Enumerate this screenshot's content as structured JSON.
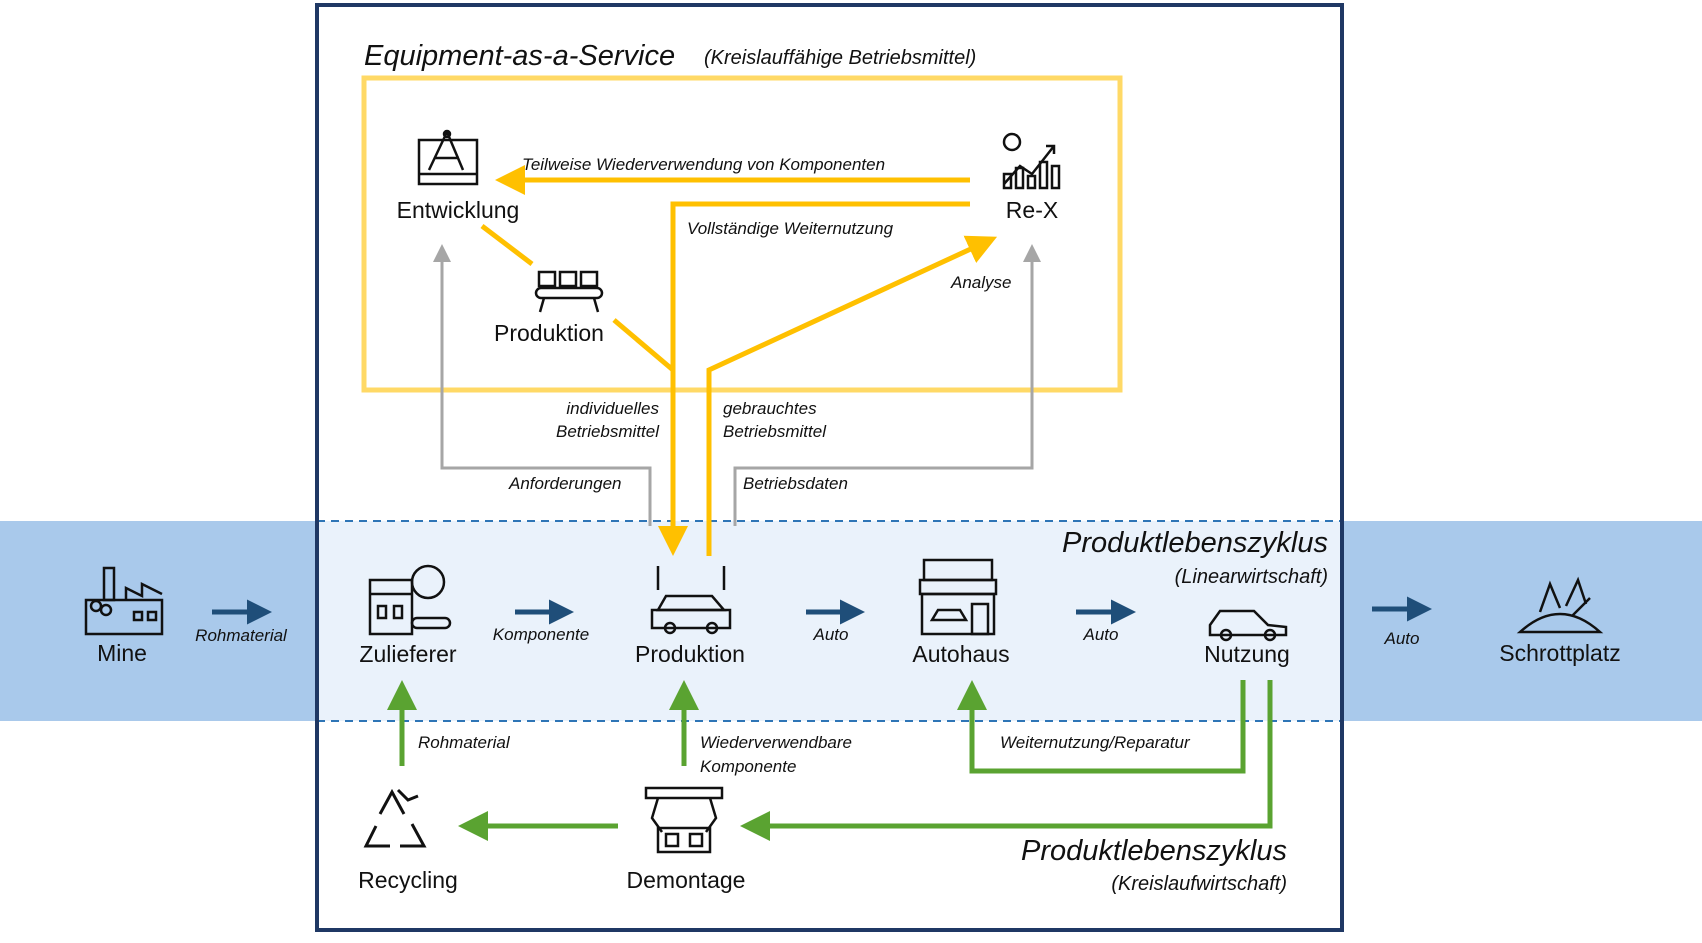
{
  "colors": {
    "yellow": "#FFC000",
    "yellow_border": "#FFD966",
    "yellow_title": "#F4A900",
    "green": "#5AA331",
    "green_title": "#4E8F26",
    "blue_dark": "#1F4E79",
    "blue_title": "#2E6DB4",
    "blue_band": "#A9C9EB",
    "blue_band_inner": "#EAF2FB",
    "gray": "#A6A6A6",
    "frame": "#1F3864"
  },
  "eaas": {
    "title": "Equipment-as-a-Service",
    "subtitle": "(Kreislauffähige Betriebsmittel)",
    "nodes": {
      "entwicklung": {
        "label": "Entwicklung",
        "icon": "blueprint-compass-icon"
      },
      "produktion": {
        "label": "Produktion",
        "icon": "conveyor-boxes-icon"
      },
      "rex": {
        "label": "Re-X",
        "icon": "analytics-chart-icon"
      }
    },
    "labels": {
      "teilweise": "Teilweise Wiederverwendung von Komponenten",
      "vollstaendig": "Vollständige Weiternutzung",
      "analyse": "Analyse",
      "individuelles_1": "individuelles",
      "individuelles_2": "Betriebsmittel",
      "gebrauchtes_1": "gebrauchtes",
      "gebrauchtes_2": "Betriebsmittel",
      "anforderungen": "Anforderungen",
      "betriebsdaten": "Betriebsdaten"
    }
  },
  "linear": {
    "title": "Produktlebenszyklus",
    "subtitle": "(Linearwirtschaft)",
    "nodes": {
      "mine": {
        "label": "Mine",
        "icon": "factory-mine-icon"
      },
      "zulieferer": {
        "label": "Zulieferer",
        "icon": "supplier-factory-icon"
      },
      "produktion": {
        "label": "Produktion",
        "icon": "car-assembly-icon"
      },
      "autohaus": {
        "label": "Autohaus",
        "icon": "car-dealership-icon"
      },
      "nutzung": {
        "label": "Nutzung",
        "icon": "car-icon"
      },
      "schrottplatz": {
        "label": "Schrottplatz",
        "icon": "scrap-heap-icon"
      }
    },
    "arrows": {
      "rohmaterial": "Rohmaterial",
      "komponente": "Komponente",
      "auto1": "Auto",
      "auto2": "Auto",
      "auto3": "Auto"
    }
  },
  "circular": {
    "title": "Produktlebenszyklus",
    "subtitle": "(Kreislaufwirtschaft)",
    "nodes": {
      "recycling": {
        "label": "Recycling",
        "icon": "recycling-icon"
      },
      "demontage": {
        "label": "Demontage",
        "icon": "disassembly-robot-icon"
      }
    },
    "labels": {
      "rohmaterial": "Rohmaterial",
      "wiederverwendbare_1": "Wiederverwendbare",
      "wiederverwendbare_2": "Komponente",
      "weiternutzung": "Weiternutzung/Reparatur"
    }
  }
}
